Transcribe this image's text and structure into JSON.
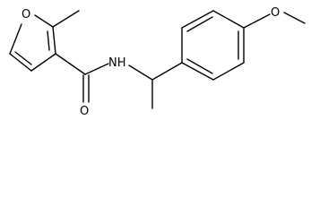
{
  "molecule": {
    "atoms": {
      "furan_oxygen": "O",
      "carbonyl_oxygen": "O",
      "amide_nitrogen": "NH",
      "methoxy_oxygen": "O"
    },
    "colors": {
      "bond": "#000000",
      "label": "#000000",
      "background": "#ffffff"
    }
  }
}
